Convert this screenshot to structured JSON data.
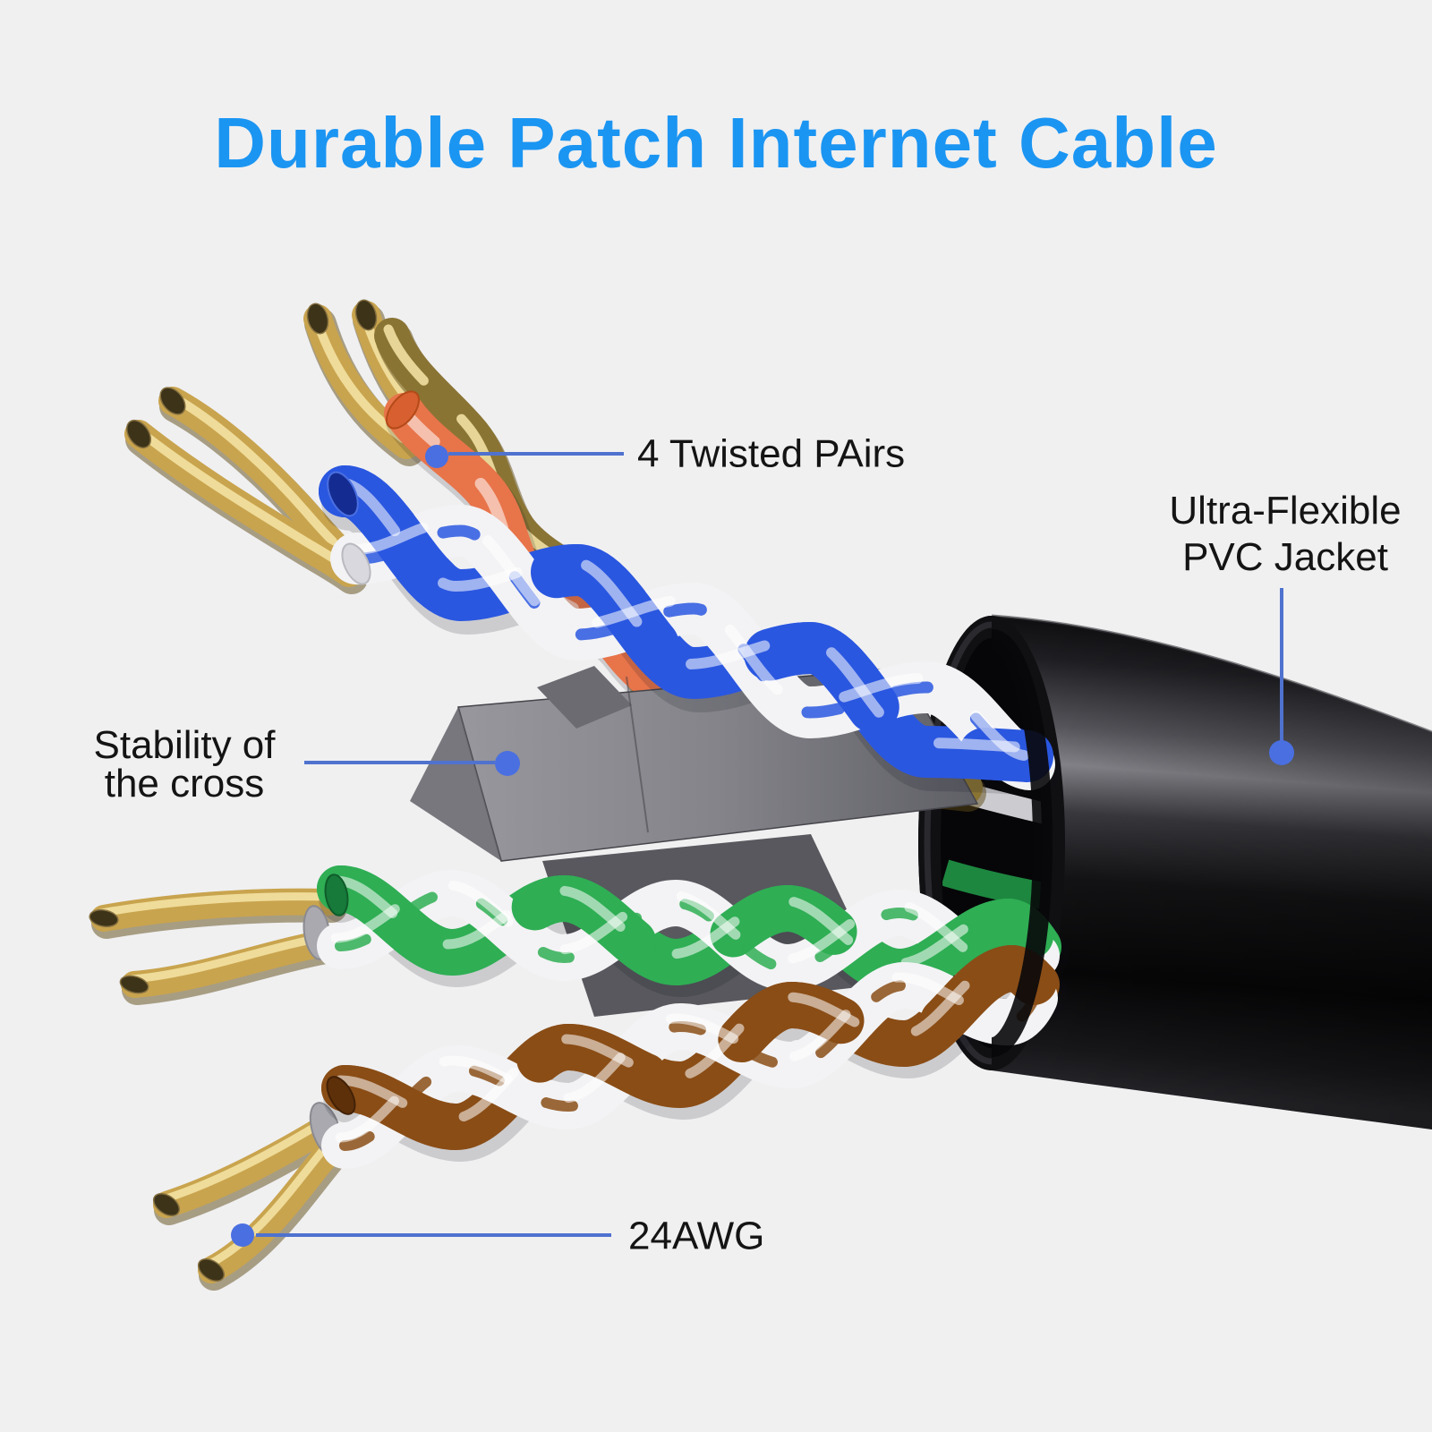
{
  "title": {
    "text": "Durable Patch Internet Cable"
  },
  "callouts": {
    "twisted_pairs": {
      "label": "4 Twisted PAirs"
    },
    "pvc_jacket": {
      "label_line1": "Ultra-Flexible",
      "label_line2": "PVC Jacket"
    },
    "cross": {
      "label_line1": "Stability of",
      "label_line2": "the cross"
    },
    "awg": {
      "label": "24AWG"
    }
  },
  "colors": {
    "background": "#f0f0f1",
    "title": "#1b95f2",
    "label_text": "#141414",
    "leader_line": "#4f72cf",
    "callout_dot": "#4a6fe0",
    "wire_orange": "#e8744a",
    "wire_blue": "#2a57e0",
    "wire_green": "#2fae54",
    "wire_brown": "#8a4d16",
    "wire_white": "#f3f3f5",
    "copper": "#c9a44e",
    "jacket_black": "#101013",
    "spline_gray": "#77777d"
  }
}
